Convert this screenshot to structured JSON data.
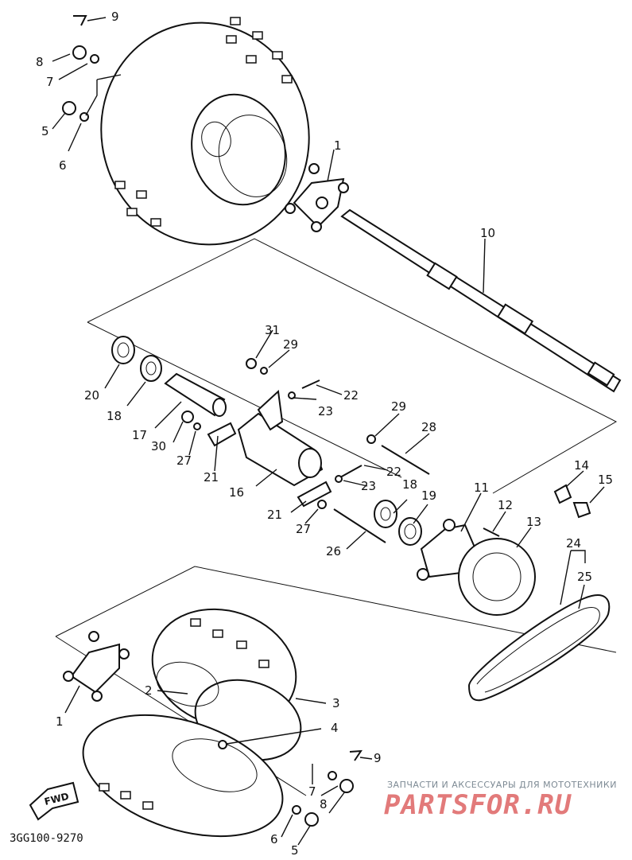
{
  "callouts": {
    "n1": "1",
    "n2": "2",
    "n3": "3",
    "n4": "4",
    "n5": "5",
    "n6": "6",
    "n7": "7",
    "n8": "8",
    "n9": "9",
    "n10": "10",
    "n11": "11",
    "n12": "12",
    "n13": "13",
    "n14": "14",
    "n15": "15",
    "n16": "16",
    "n17": "17",
    "n18": "18",
    "n19": "19",
    "n20": "20",
    "n21": "21",
    "n22": "22",
    "n23": "23",
    "n24": "24",
    "n25": "25",
    "n26": "26",
    "n27": "27",
    "n28": "28",
    "n29": "29",
    "n30": "30",
    "n31": "31"
  },
  "direction_arrow": "FWD",
  "part_code": "3GG100-9270",
  "watermark": {
    "tagline": "ЗАПЧАСТИ И АКСЕССУАРЫ ДЛЯ МОТОТЕХНИКИ",
    "logo": "PARTSFOR.RU"
  }
}
